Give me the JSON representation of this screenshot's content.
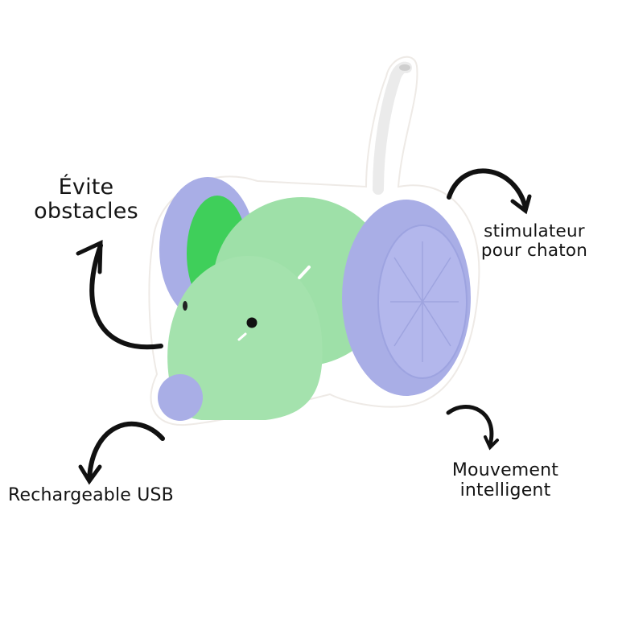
{
  "product": {
    "name": "interactive-mouse-toy",
    "colors": {
      "body": "#9ee0a8",
      "body_shadow": "#3fcf5a",
      "wheels": "#a9aee6",
      "tail": "#f0f0f0",
      "outline": "#ffffff",
      "text": "#141414",
      "arrow": "#111111"
    }
  },
  "features": [
    {
      "id": "evite",
      "lines": [
        "Évite",
        "obstacles"
      ]
    },
    {
      "id": "stimulateur",
      "lines": [
        "stimulateur",
        "pour chaton"
      ]
    },
    {
      "id": "usb",
      "lines": [
        "Rechargeable USB"
      ]
    },
    {
      "id": "mouvement",
      "lines": [
        "Mouvement",
        "intelligent"
      ]
    }
  ]
}
